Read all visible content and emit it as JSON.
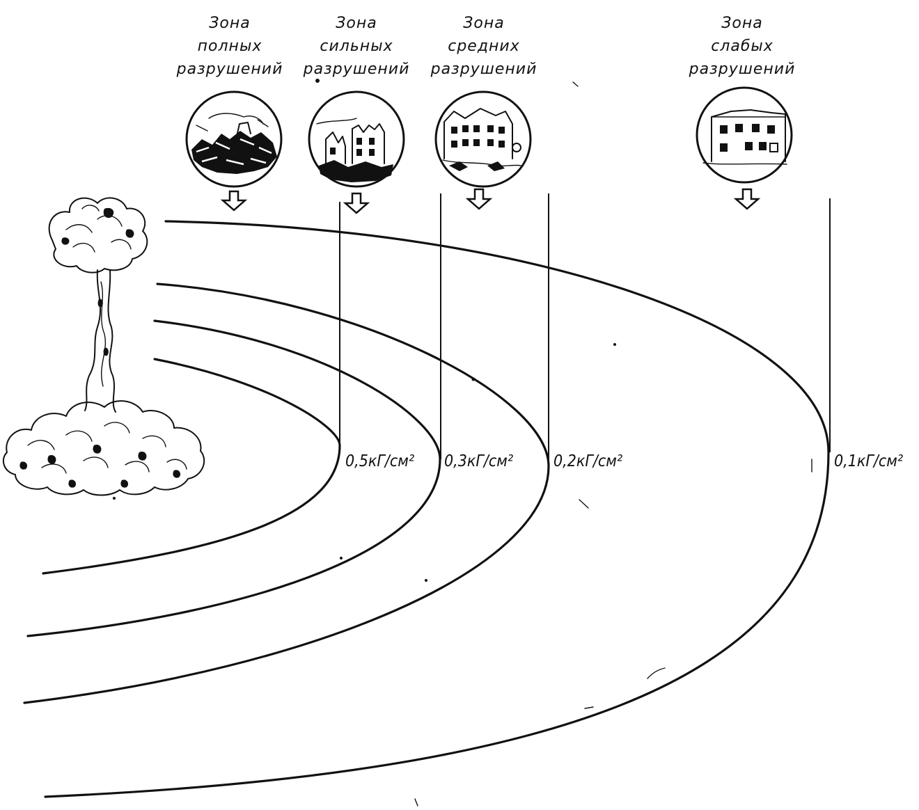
{
  "zones": [
    {
      "id": "complete",
      "title_lines": [
        "Зона",
        "полных",
        "разрушений"
      ]
    },
    {
      "id": "severe",
      "title_lines": [
        "Зона",
        "сильных",
        "разрушений"
      ]
    },
    {
      "id": "medium",
      "title_lines": [
        "Зона",
        "средних",
        "разрушений"
      ]
    },
    {
      "id": "weak",
      "title_lines": [
        "Зона",
        "слабых",
        "разрушений"
      ]
    }
  ],
  "pressure_boundaries": [
    {
      "value": "0,5",
      "unit": "кГ/см²"
    },
    {
      "value": "0,3",
      "unit": "кГ/см²"
    },
    {
      "value": "0,2",
      "unit": "кГ/см²"
    },
    {
      "value": "0,1",
      "unit": "кГ/см²"
    }
  ],
  "colors": {
    "ink": "#111111",
    "paper": "#ffffff"
  }
}
